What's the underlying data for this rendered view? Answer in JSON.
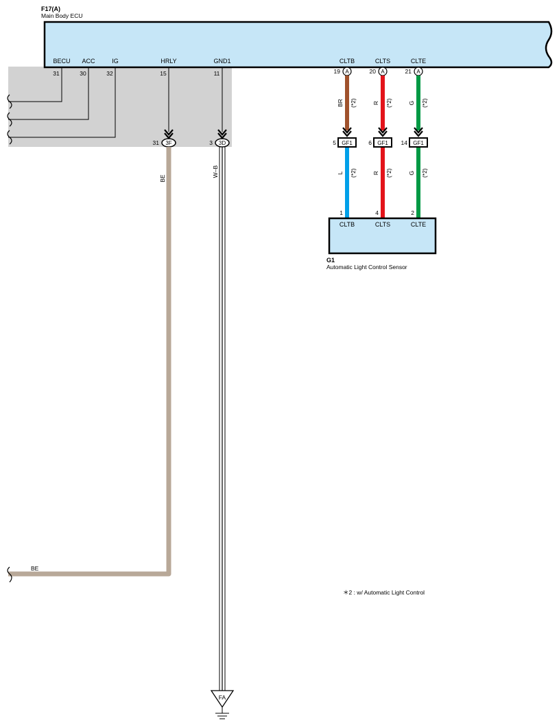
{
  "ecu": {
    "connector_id": "F17(A)",
    "name": "Main Body ECU",
    "terminals": [
      {
        "name": "BECU",
        "pin": "31"
      },
      {
        "name": "ACC",
        "pin": "30"
      },
      {
        "name": "IG",
        "pin": "32"
      },
      {
        "name": "HRLY",
        "pin": "15"
      },
      {
        "name": "GND1",
        "pin": "11"
      },
      {
        "name": "CLTB",
        "pin": "19",
        "connector": "A"
      },
      {
        "name": "CLTS",
        "pin": "20",
        "connector": "A"
      },
      {
        "name": "CLTE",
        "pin": "21",
        "connector": "A"
      }
    ]
  },
  "junctions": [
    {
      "pin": "31",
      "connector": "3F"
    },
    {
      "pin": "3",
      "connector": "3D"
    }
  ],
  "wires": {
    "hrly": {
      "color_code": "BE",
      "color": "#b8a898"
    },
    "gnd": {
      "color_code": "W–B"
    },
    "bottom_left": {
      "color_code": "BE"
    },
    "cltb_upper": {
      "color_code": "BR",
      "note": "(*2)",
      "color": "#a0522d"
    },
    "clts_upper": {
      "color_code": "R",
      "note": "(*2)",
      "color": "#e3141b"
    },
    "clte_upper": {
      "color_code": "G",
      "note": "(*2)",
      "color": "#009944"
    },
    "cltb_lower": {
      "color_code": "L",
      "note": "(*2)",
      "color": "#00a0e9"
    },
    "clts_lower": {
      "color_code": "R",
      "note": "(*2)",
      "color": "#e3141b"
    },
    "clte_lower": {
      "color_code": "G",
      "note": "(*2)",
      "color": "#009944"
    }
  },
  "gf1": [
    {
      "pin": "5",
      "connector": "GF1"
    },
    {
      "pin": "6",
      "connector": "GF1"
    },
    {
      "pin": "14",
      "connector": "GF1"
    }
  ],
  "sensor": {
    "connector_id": "G1",
    "name": "Automatic Light Control Sensor",
    "terminals": [
      {
        "name": "CLTB",
        "pin": "1"
      },
      {
        "name": "CLTS",
        "pin": "4"
      },
      {
        "name": "CLTE",
        "pin": "2"
      }
    ]
  },
  "ground": {
    "label": "FA"
  },
  "footnote": "＊2 : w/ Automatic Light Control",
  "colors": {
    "ecu_fill": "#c6e6f7",
    "shade": "#d2d2d2"
  }
}
